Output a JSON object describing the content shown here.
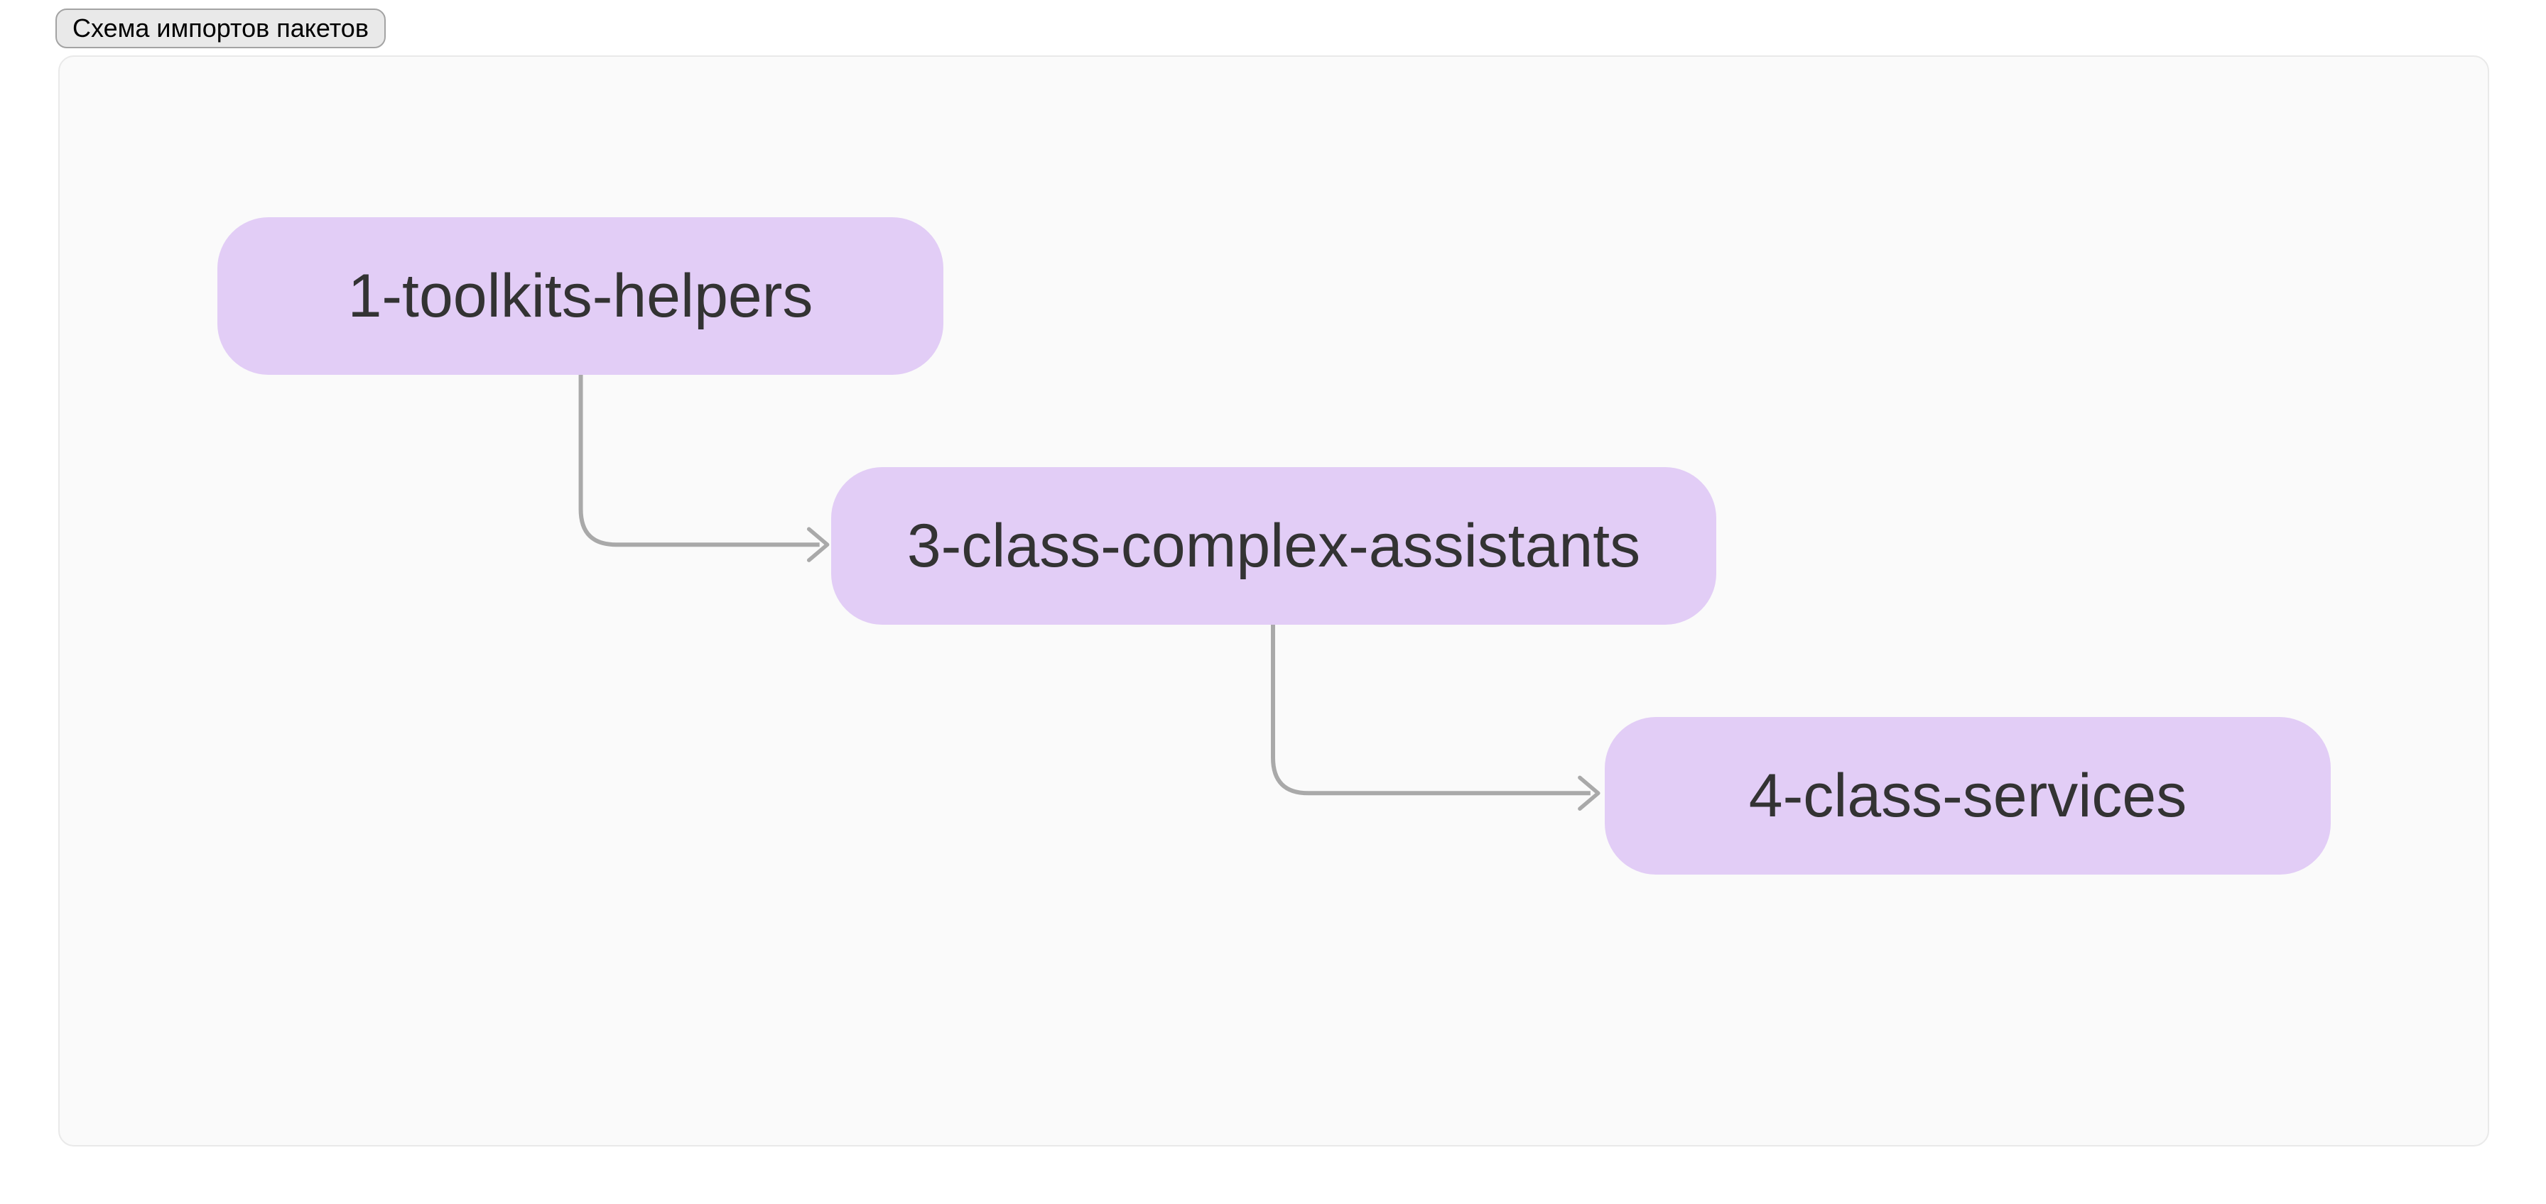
{
  "toolbar": {
    "toggle_label": "Схема импортов пакетов"
  },
  "diagram": {
    "type": "flowchart",
    "direction": "stepped-left-to-right",
    "nodes": [
      {
        "id": "1-toolkits-helpers",
        "label": "1-toolkits-helpers"
      },
      {
        "id": "3-class-complex-assistants",
        "label": "3-class-complex-assistants"
      },
      {
        "id": "4-class-services",
        "label": "4-class-services"
      }
    ],
    "edges": [
      {
        "from": "1-toolkits-helpers",
        "to": "3-class-complex-assistants"
      },
      {
        "from": "3-class-complex-assistants",
        "to": "4-class-services"
      }
    ]
  },
  "colors": {
    "page-bg": "#ffffff",
    "panel-bg": "#fafafa",
    "panel-border": "#e9e9e9",
    "node-fill": "#e2cdf6",
    "node-text": "#333333",
    "edge-stroke": "#a9a9a9",
    "button-bg": "#e9e9e9",
    "button-border": "#a3a3a3",
    "button-text": "#000000"
  }
}
